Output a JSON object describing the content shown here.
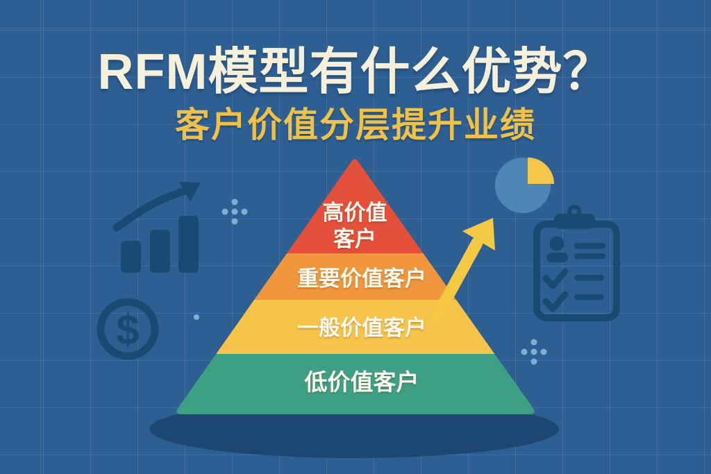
{
  "header": {
    "title": "RFM模型有什么优势？",
    "subtitle": "客户价值分层提升业绩"
  },
  "pyramid": {
    "tiers": [
      {
        "label": "高价值客户",
        "lines": [
          "高价值",
          "客户"
        ],
        "color": "#E5503B"
      },
      {
        "label": "重要价值客户",
        "color": "#F0973D"
      },
      {
        "label": "一般价值客户",
        "color": "#F6C44B"
      },
      {
        "label": "低价值客户",
        "color": "#3EA083"
      }
    ],
    "text_color": "#FDF9EE"
  },
  "decor": {
    "dollar_symbol": "$",
    "icons": [
      "bar-chart-growth-icon",
      "dollar-coin-icon",
      "pie-chart-icon",
      "customer-checklist-icon",
      "growth-arrow-icon",
      "dot-cluster-left",
      "dot-cluster-right",
      "dot-single"
    ]
  },
  "colors": {
    "background": "#2E5F92",
    "grid_line": "#3F6F9F",
    "navy_icon": "#1A4A74",
    "shadow": "#1D4673",
    "title": "#F6EFDA",
    "subtitle": "#EFC148",
    "arrow": "#F4C843",
    "pie_circle": "#4E86B4",
    "pie_slice": "#F4C64C",
    "dots": "#7EAFD4"
  }
}
